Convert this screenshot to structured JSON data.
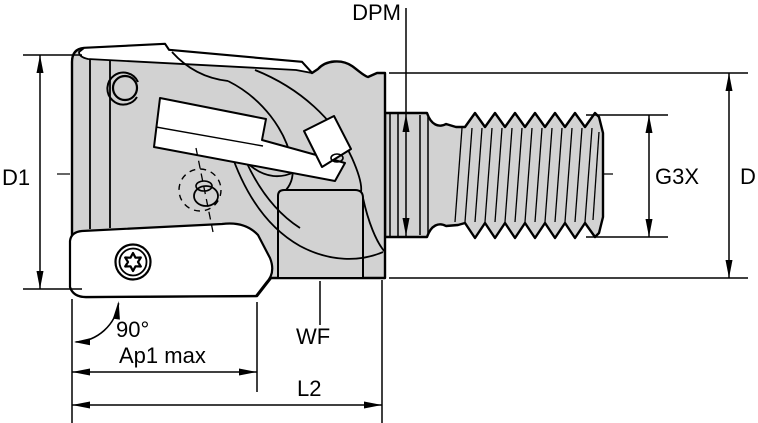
{
  "drawing": {
    "labels": {
      "dpm": "DPM",
      "d1": "D1",
      "g3x": "G3X",
      "d": "D",
      "wf": "WF",
      "angle": "90°",
      "ap1_max": "Ap1 max",
      "l2": "L2"
    },
    "colors": {
      "body_fill": "#d2d2d2",
      "line": "#000000",
      "background": "#ffffff"
    }
  }
}
